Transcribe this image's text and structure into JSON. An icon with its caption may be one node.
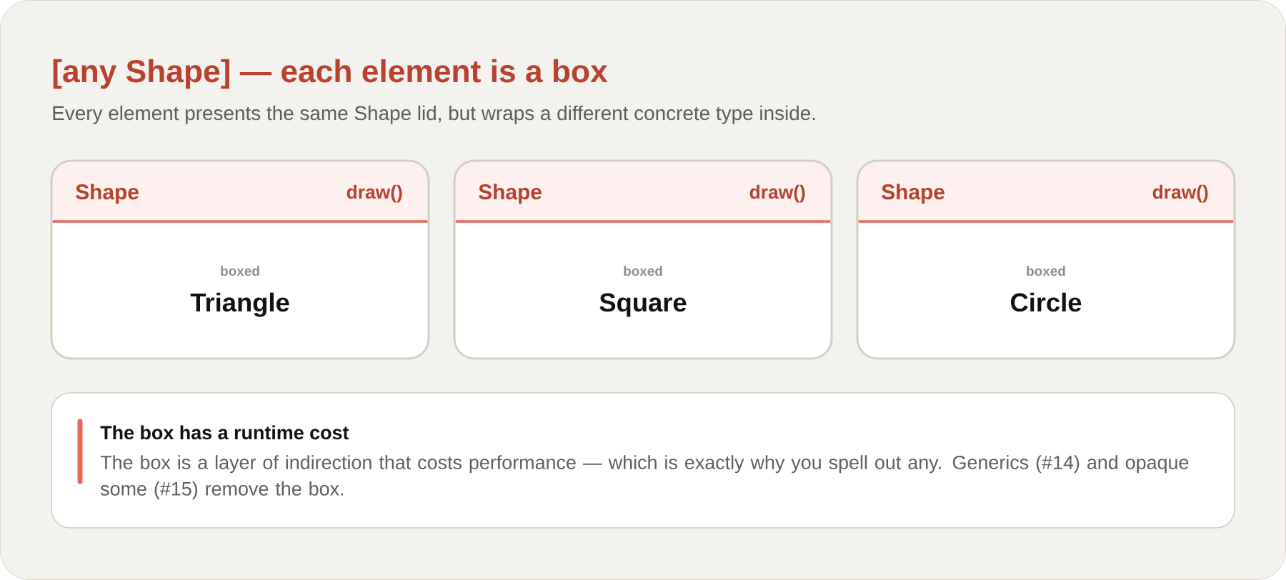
{
  "diagram": {
    "title": "[any Shape] — each element is a box",
    "nodes": [
      {
        "text": [
          "Shape",
          "draw()",
          "boxed",
          "Triangle"
        ]
      },
      {
        "text": [
          "Shape",
          "draw()",
          "boxed",
          "Square"
        ]
      },
      {
        "text": [
          "Shape",
          "draw()",
          "boxed",
          "Circle"
        ]
      },
      {
        "text": [
          "The box has a runtime cost",
          "The box is a layer of indirection that costs performance — which is exactly why you spell out any. Generics (#14) and opaque some (#15) remove the box."
        ]
      }
    ],
    "labels": [
      "Every element presents the same Shape lid, but wraps a different concrete type inside."
    ]
  }
}
